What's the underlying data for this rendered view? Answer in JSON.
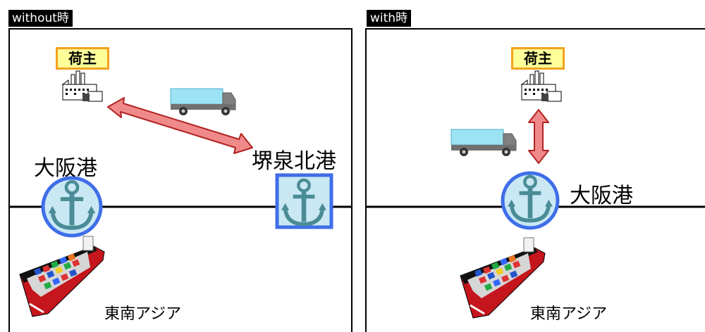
{
  "panels": {
    "without": {
      "title": "without時",
      "shipper": "荷主",
      "port_a": "大阪港",
      "port_b": "堺泉北港",
      "destination": "東南アジア"
    },
    "with": {
      "title": "with時",
      "shipper": "荷主",
      "port": "大阪港",
      "destination": "東南アジア"
    }
  },
  "colors": {
    "shipper_box_fill": "#ffff99",
    "shipper_box_border": "#f4a21f",
    "arrow_fill": "#f08a8a",
    "arrow_stroke": "#b22222",
    "port_fill": "#c9e8f4",
    "port_border": "#3f6ee8",
    "anchor": "#4a8c96",
    "truck_cargo": "#9ce4f4"
  },
  "icons": [
    "factory-icon",
    "truck-icon",
    "anchor-icon",
    "container-ship-icon"
  ]
}
